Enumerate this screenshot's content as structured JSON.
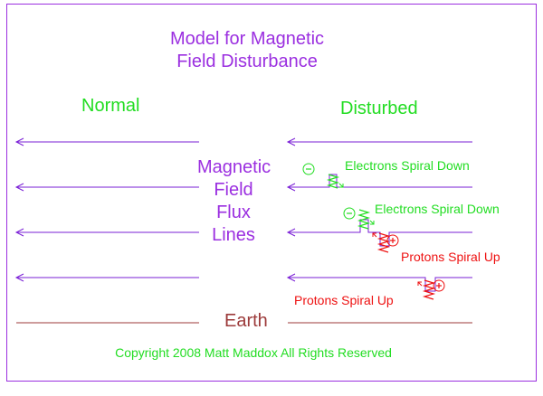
{
  "title": {
    "line1": "Model for Magnetic",
    "line2": "Field Disturbance"
  },
  "columns": {
    "left": "Normal",
    "right": "Disturbed"
  },
  "center_label": {
    "line1": "Magnetic",
    "line2": "Field",
    "line3": "Flux",
    "line4": "Lines"
  },
  "ground_label": "Earth",
  "particle_labels": [
    "Electrons Spiral Down",
    "Electrons Spiral Down",
    "Protons Spiral Up",
    "Protons Spiral Up"
  ],
  "particle_signs": {
    "electron": "−",
    "proton": "+"
  },
  "copyright": "Copyright 2008 Matt Maddox All Rights Reserved",
  "colors": {
    "flux_line": "#7a1fd6",
    "title": "#9b2fe0",
    "column_label": "#22dd22",
    "electron": "#22dd22",
    "proton": "#ee1111",
    "earth": "#9c3a3a",
    "border": "#9b2fe0"
  }
}
